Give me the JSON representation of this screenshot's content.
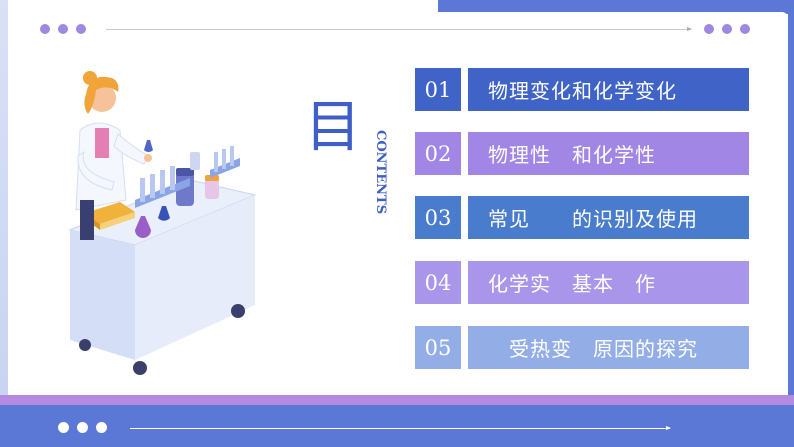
{
  "colors": {
    "accent_blue": "#5b78d6",
    "accent_purple": "#9d89e0",
    "row1": "#3f63c6",
    "row2": "#a186e6",
    "row3": "#4a7ccd",
    "row4": "#a995ea",
    "row5": "#93aee6"
  },
  "title": {
    "char": "目",
    "contents": "CONTENTS"
  },
  "toc": {
    "items": [
      {
        "num": "01",
        "text": "物理变化和化学变化"
      },
      {
        "num": "02",
        "text": "物理性　和化学性"
      },
      {
        "num": "03",
        "text": "常见　　的识别及使用"
      },
      {
        "num": "04",
        "text": "化学实　基本　作"
      },
      {
        "num": "05",
        "text": "　受热变　原因的探究"
      }
    ]
  },
  "illustration": {
    "icon": "scientist-lab-bench-illustration"
  }
}
